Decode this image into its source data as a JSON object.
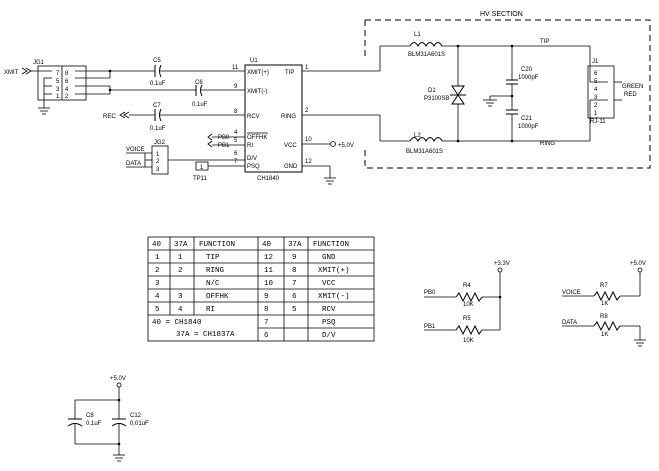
{
  "schematic": {
    "hv_section": "HV SECTION",
    "jg1": {
      "ref": "JG1",
      "pins_left": [
        "7",
        "5",
        "3",
        "1"
      ],
      "pins_right": [
        "8",
        "6",
        "4",
        "2"
      ]
    },
    "xmit_net": "XMIT",
    "rec_net": "REC",
    "voice_net": "VOICE",
    "data_net": "DATA",
    "c5": {
      "ref": "C5",
      "value": "0.1uF"
    },
    "c6": {
      "ref": "C6",
      "value": "0.1uF"
    },
    "c7": {
      "ref": "C7",
      "value": "0.1uF"
    },
    "c8": {
      "ref": "C8",
      "value": "0.1uF"
    },
    "c12": {
      "ref": "C12",
      "value": "0.01uF"
    },
    "c20": {
      "ref": "C20",
      "value": "1000pF"
    },
    "c21": {
      "ref": "C21",
      "value": "1000pF"
    },
    "l1": {
      "ref": "L1",
      "value": "BLM31A601S"
    },
    "l2": {
      "ref": "L2",
      "value": "BLM31A601S"
    },
    "d1": {
      "ref": "D1",
      "value": "P3100SB"
    },
    "j1": {
      "ref": "J1",
      "type": "RJ-11",
      "pins": [
        "6",
        "5",
        "4",
        "3",
        "2",
        "1"
      ],
      "green": "GREEN",
      "red": "RED"
    },
    "jg2": {
      "ref": "JG2",
      "pins": [
        "1",
        "2",
        "3"
      ]
    },
    "tp11": {
      "ref": "TP11",
      "pin": "1"
    },
    "u1": {
      "ref": "U1",
      "part": "CH1840",
      "left_pins": [
        {
          "num": "11",
          "name": "XMIT(+)"
        },
        {
          "num": "9",
          "name": "XMIT(-)"
        },
        {
          "num": "8",
          "name": "RCV"
        },
        {
          "num": "4",
          "name": "OFFHK"
        },
        {
          "num": "5",
          "name": "RI"
        },
        {
          "num": "6",
          "name": "D/V"
        },
        {
          "num": "7",
          "name": "PSQ"
        }
      ],
      "right_pins": [
        {
          "num": "1",
          "name": "TIP"
        },
        {
          "num": "2",
          "name": "RING"
        },
        {
          "num": "10",
          "name": "VCC"
        },
        {
          "num": "12",
          "name": "GND"
        }
      ]
    },
    "pb0": "PB0",
    "pb1": "PB1",
    "tip_label": "TIP",
    "ring_label": "RING",
    "plus5v": "+5.0V",
    "plus33v": "+3.3V",
    "r4": {
      "ref": "R4",
      "value": "10K"
    },
    "r5": {
      "ref": "R5",
      "value": "10K"
    },
    "r7": {
      "ref": "R7",
      "value": "1K"
    },
    "r8": {
      "ref": "R8",
      "value": "1K"
    }
  },
  "pin_table": {
    "headers": [
      "40",
      "37A",
      "FUNCTION",
      "40",
      "37A",
      "FUNCTION"
    ],
    "rows": [
      [
        "1",
        "1",
        "TIP",
        "12",
        "9",
        "GND"
      ],
      [
        "2",
        "2",
        "RING",
        "11",
        "8",
        "XMIT(+)"
      ],
      [
        "3",
        "",
        "N/C",
        "10",
        "7",
        "VCC"
      ],
      [
        "4",
        "3",
        "OFFHK",
        "9",
        "6",
        "XMIT(-)"
      ],
      [
        "5",
        "4",
        "RI",
        "8",
        "5",
        "RCV"
      ]
    ],
    "note1": "40 = CH1840",
    "note2": "37A = CH1837A",
    "extra_rows": [
      [
        "7",
        "",
        "PSQ"
      ],
      [
        "6",
        "",
        "D/V"
      ]
    ]
  }
}
